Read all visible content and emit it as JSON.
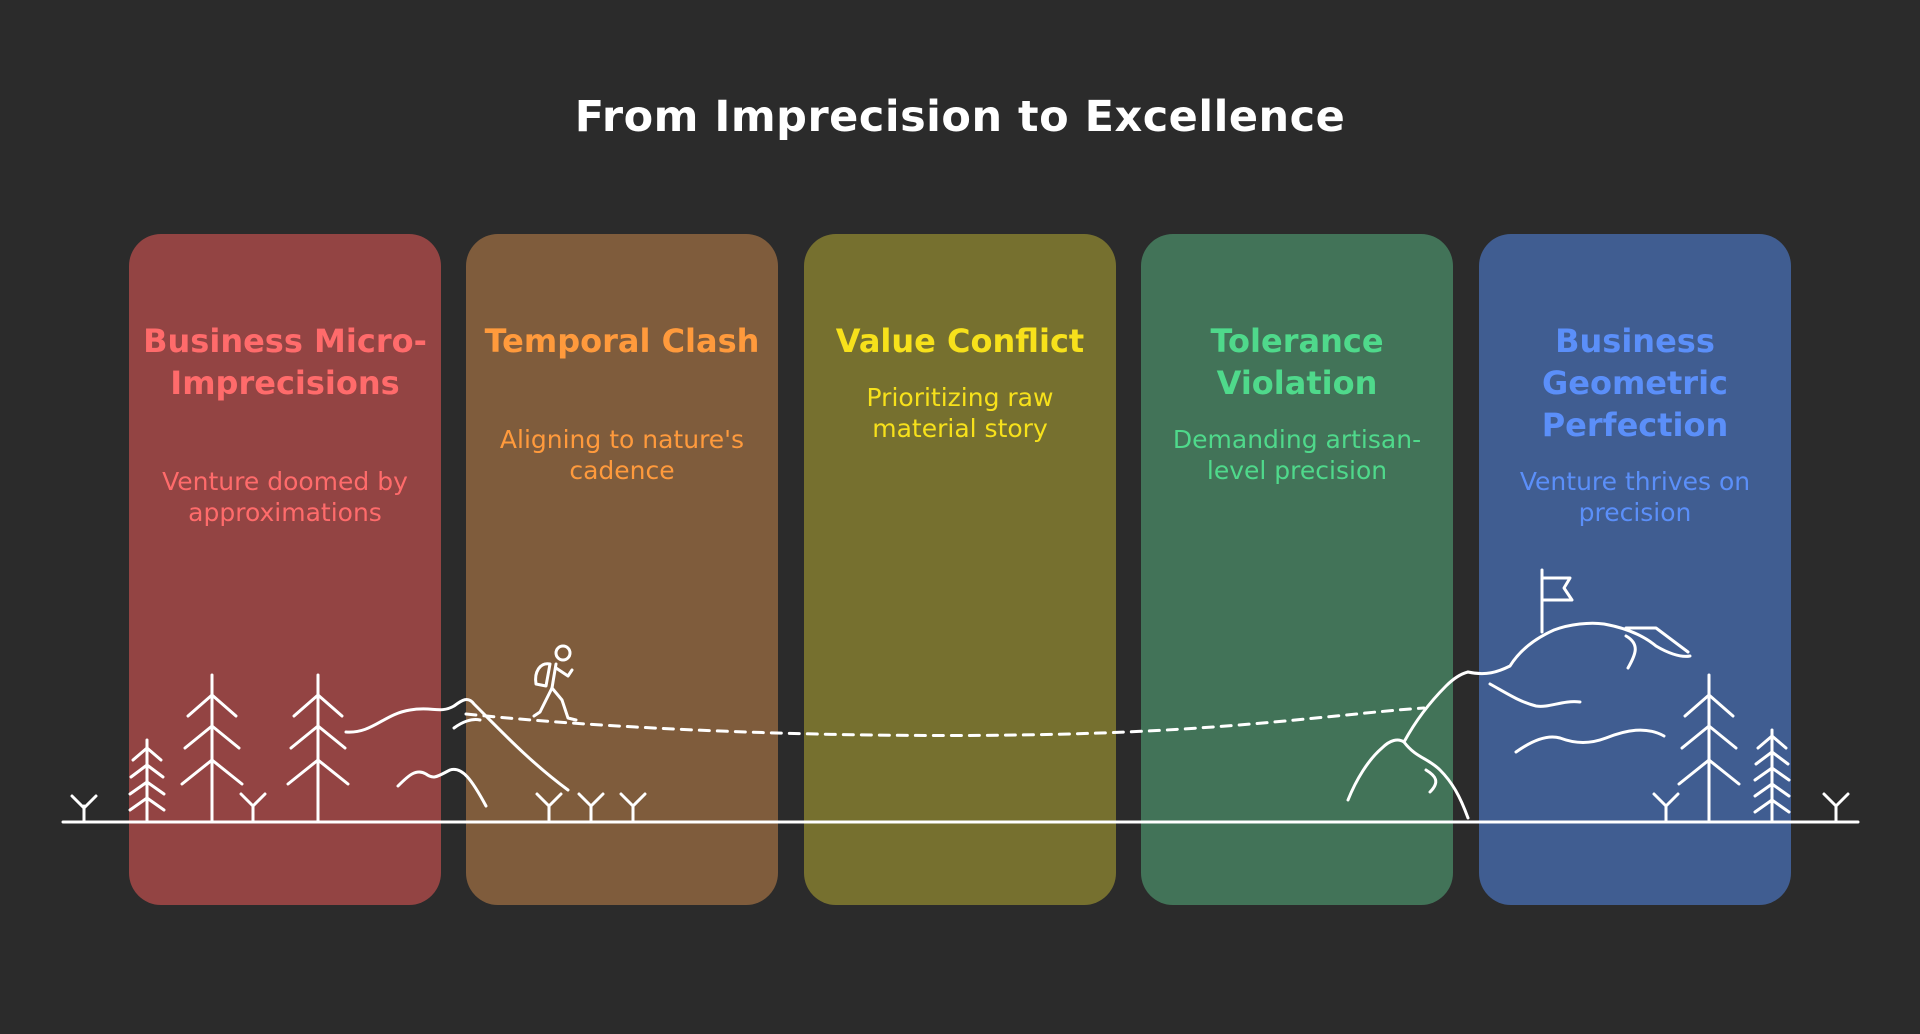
{
  "title": "From Imprecision to Excellence",
  "colors": {
    "background": "#2b2b2b",
    "line_art": "#ffffff"
  },
  "stages": [
    {
      "heading": "Business Micro-Imprecisions",
      "description": "Venture doomed by approximations",
      "card_color": "#934443",
      "text_color": "#ff6b6b"
    },
    {
      "heading": "Temporal Clash",
      "description": "Aligning to nature's cadence",
      "card_color": "#7f5c3c",
      "text_color": "#ff9a3c"
    },
    {
      "heading": "Value Conflict",
      "description": "Prioritizing raw material story",
      "card_color": "#76702f",
      "text_color": "#f7e11b"
    },
    {
      "heading": "Tolerance Violation",
      "description": "Demanding artisan-level precision",
      "card_color": "#427358",
      "text_color": "#4fd98b"
    },
    {
      "heading": "Business Geometric Perfection",
      "description": "Venture thrives on precision",
      "card_color": "#405d91",
      "text_color": "#5b8ff9"
    }
  ],
  "illustration": {
    "icons": [
      "tree-icon",
      "grass-icon",
      "hill-icon",
      "hiker-icon",
      "mountain-icon",
      "flag-icon"
    ],
    "path_style": "dashed"
  }
}
